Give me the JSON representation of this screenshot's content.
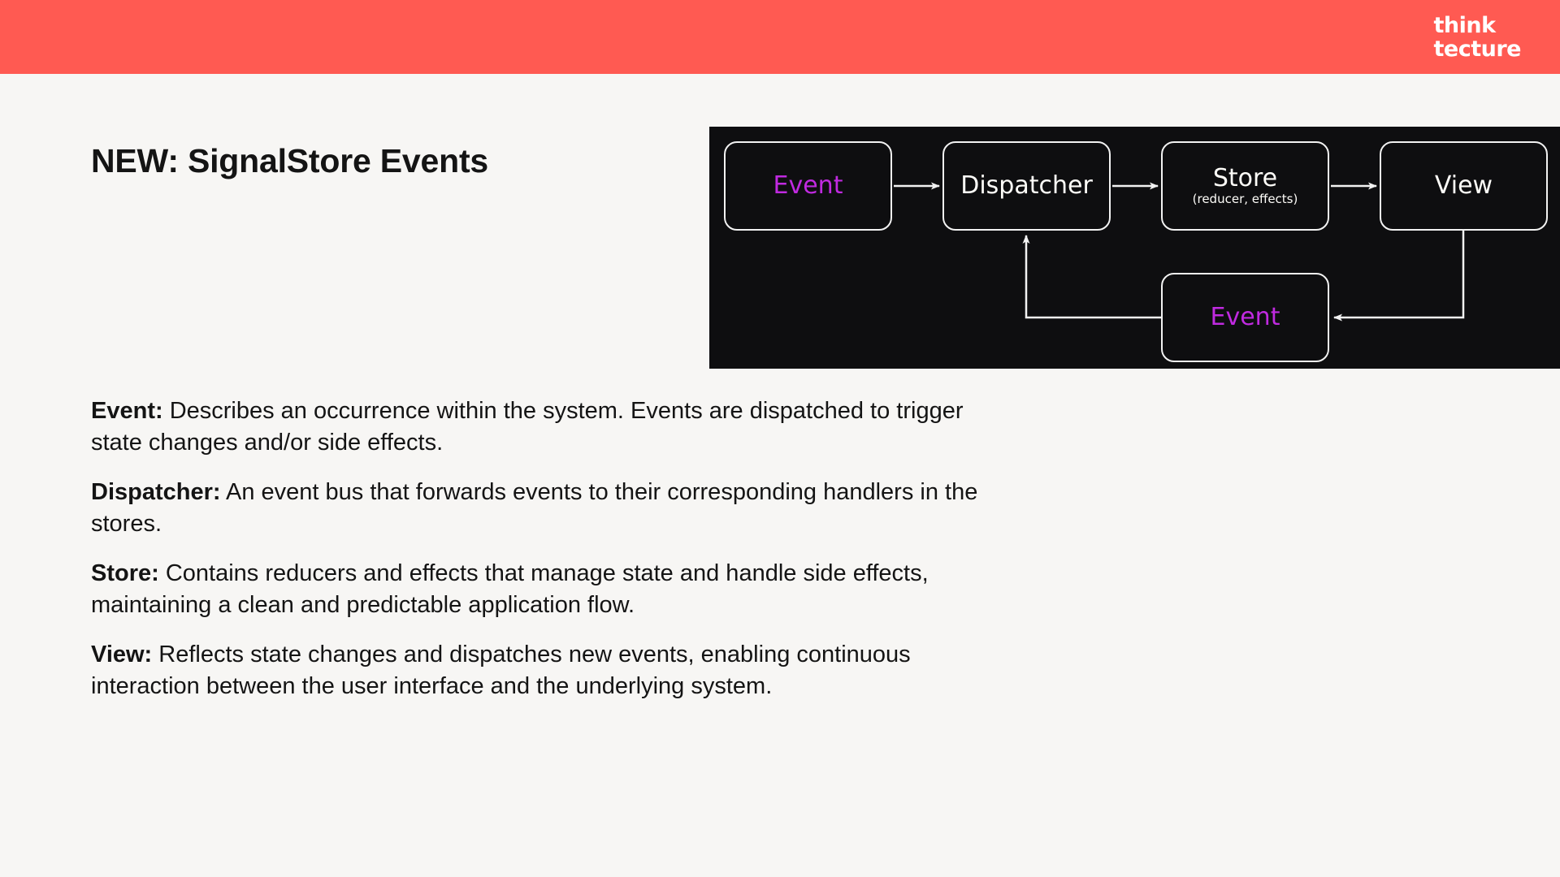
{
  "header": {
    "background_color": "#ff5a52",
    "logo": {
      "line1": "think",
      "line2": "tecture",
      "color": "#ffffff"
    }
  },
  "slide": {
    "background_color": "#f7f6f4",
    "title": "NEW: SignalStore Events",
    "title_color": "#141414"
  },
  "diagram": {
    "background_color": "#0e0e10",
    "border_color": "#f2f2f2",
    "accent_color": "#c02ae0",
    "nodes": [
      {
        "id": "event-top",
        "label": "Event",
        "sublabel": "",
        "accent": true
      },
      {
        "id": "dispatcher",
        "label": "Dispatcher",
        "sublabel": "",
        "accent": false
      },
      {
        "id": "store",
        "label": "Store",
        "sublabel": "(reducer, effects)",
        "accent": false
      },
      {
        "id": "view",
        "label": "View",
        "sublabel": "",
        "accent": false
      },
      {
        "id": "event-bottom",
        "label": "Event",
        "sublabel": "",
        "accent": true
      }
    ],
    "edges": [
      {
        "from": "event-top",
        "to": "dispatcher",
        "direction": "right"
      },
      {
        "from": "dispatcher",
        "to": "store",
        "direction": "right"
      },
      {
        "from": "store",
        "to": "view",
        "direction": "right"
      },
      {
        "from": "view",
        "to": "event-bottom",
        "direction": "left"
      },
      {
        "from": "event-bottom",
        "to": "dispatcher",
        "direction": "up"
      }
    ]
  },
  "body": {
    "paragraphs": [
      {
        "term": "Event:",
        "text": " Describes an occurrence within the system. Events are dispatched to trigger state changes and/or side effects."
      },
      {
        "term": "Dispatcher:",
        "text": " An event bus that forwards events to their corresponding handlers in the stores."
      },
      {
        "term": "Store:",
        "text": " Contains reducers and effects that manage state and handle side effects, maintaining a clean and predictable application flow."
      },
      {
        "term": "View:",
        "text": " Reflects state changes and dispatches new events, enabling continuous interaction between the user interface and the underlying system."
      }
    ]
  }
}
